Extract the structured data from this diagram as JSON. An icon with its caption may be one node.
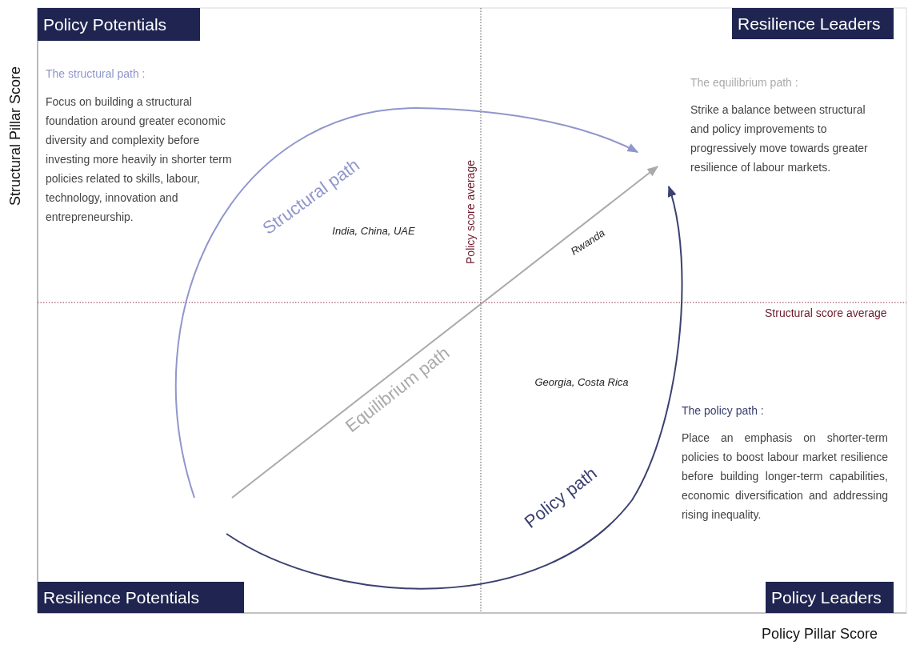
{
  "diagram": {
    "nodes": [
      {
        "text": [
          "Policy Potentials"
        ]
      },
      {
        "text": [
          "Resilience Leaders"
        ]
      },
      {
        "text": [
          "Resilience Potentials"
        ]
      },
      {
        "text": [
          "Policy Leaders"
        ]
      }
    ],
    "edges": [],
    "labels": [
      "Structural Pillar Score",
      "The structural path :",
      "Focus on building a structural foundation around greater economic diversity and complexity before investing more heavily in shorter term policies related to skills, labour, technology, innovation and entrepreneurship.",
      "The equilibrium path :",
      "Strike a balance between structural and policy improvements to progressively move towards greater resilience of labour markets.",
      "Structural path",
      "India, China, UAE",
      "Policy score average",
      "Rwanda",
      "Structural score average",
      "Equilibrium path",
      "Georgia, Costa Rica",
      "The policy path :",
      "Place an emphasis on shorter-term policies to boost labour market resilience before building longer-term capabilities, economic diversification and addressing rising inequality.",
      "Policy path",
      "Policy Pillar Score"
    ]
  }
}
